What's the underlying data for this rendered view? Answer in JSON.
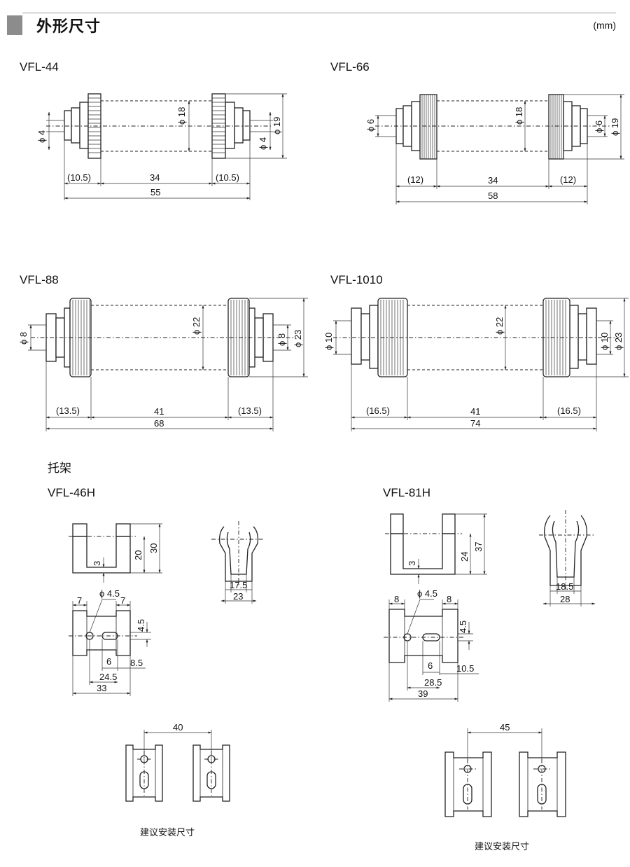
{
  "header": {
    "title": "外形尺寸",
    "unit": "(mm)"
  },
  "filters": [
    {
      "model": "VFL-44",
      "dims": {
        "left": "(10.5)",
        "mid": "34",
        "right": "(10.5)",
        "total": "55",
        "port_left": "ϕ 4",
        "port_right": "ϕ 4",
        "body_dia": "ϕ 18",
        "nut_dia": "ϕ 19"
      }
    },
    {
      "model": "VFL-66",
      "dims": {
        "left": "(12)",
        "mid": "34",
        "right": "(12)",
        "total": "58",
        "port_left": "ϕ 6",
        "port_right": "ϕ 6",
        "body_dia": "ϕ 18",
        "nut_dia": "ϕ 19"
      }
    },
    {
      "model": "VFL-88",
      "dims": {
        "left": "(13.5)",
        "mid": "41",
        "right": "(13.5)",
        "total": "68",
        "port_left": "ϕ 8",
        "port_right": "ϕ 8",
        "body_dia": "ϕ 22",
        "nut_dia": "ϕ 23"
      }
    },
    {
      "model": "VFL-1010",
      "dims": {
        "left": "(16.5)",
        "mid": "41",
        "right": "(16.5)",
        "total": "74",
        "port_left": "ϕ 10",
        "port_right": "ϕ 10",
        "body_dia": "ϕ 22",
        "nut_dia": "ϕ 23"
      }
    }
  ],
  "bracket_section": {
    "title": "托架",
    "brackets": [
      {
        "model": "VFL-46H",
        "dims": {
          "slot_depth": "20",
          "height": "30",
          "thickness": "3",
          "inner_width": "17.5",
          "outer_width": "23",
          "flange_left": "7",
          "flange_right": "7",
          "hole": "ϕ 4.5",
          "half_height": "4.5",
          "slot_len": "6",
          "edge": "8.5",
          "hole_span": "24.5",
          "total": "33",
          "mount_pitch": "40"
        },
        "caption": "建议安装尺寸"
      },
      {
        "model": "VFL-81H",
        "dims": {
          "slot_depth": "24",
          "height": "37",
          "thickness": "3",
          "inner_width": "18.5",
          "outer_width": "28",
          "flange_left": "8",
          "flange_right": "8",
          "hole": "ϕ 4.5",
          "half_height": "4.5",
          "slot_len": "6",
          "edge": "10.5",
          "hole_span": "28.5",
          "total": "39",
          "mount_pitch": "45"
        },
        "caption": "建议安装尺寸"
      }
    ]
  }
}
